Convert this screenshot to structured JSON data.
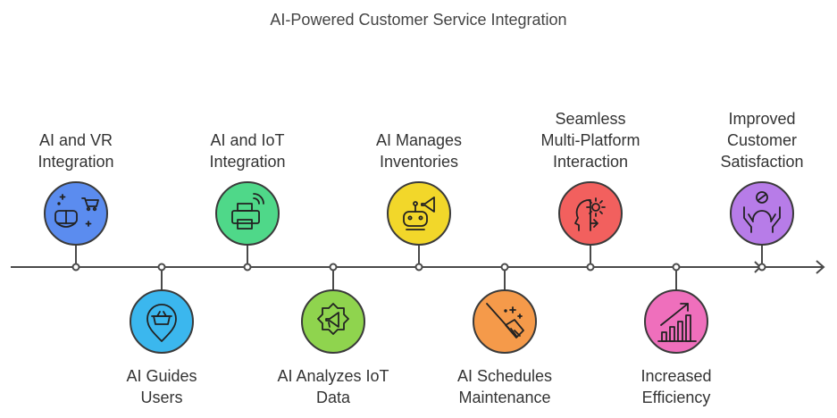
{
  "title": "AI-Powered Customer Service Integration",
  "colors": {
    "line": "#4a4a4a",
    "vr": "#5b8cef",
    "guides": "#3bb7ee",
    "iot": "#4fd889",
    "analyzes": "#8fd44e",
    "inventories": "#f2d72a",
    "schedules": "#f59a4a",
    "multiplatform": "#f2605e",
    "efficiency": "#ef6fbc",
    "satisfaction": "#b77ce8"
  },
  "steps": [
    {
      "label": "AI and VR\nIntegration",
      "icon": "vr-headset-cart-icon"
    },
    {
      "label": "AI Guides\nUsers",
      "icon": "shopping-basket-pin-icon"
    },
    {
      "label": "AI and IoT\nIntegration",
      "icon": "wireless-printer-icon"
    },
    {
      "label": "AI Analyzes IoT\nData",
      "icon": "megaphone-badge-icon"
    },
    {
      "label": "AI Manages\nInventories",
      "icon": "robot-megaphone-icon"
    },
    {
      "label": "AI Schedules\nMaintenance",
      "icon": "broom-sparkle-icon"
    },
    {
      "label": "Seamless\nMulti-Platform\nInteraction",
      "icon": "head-gear-icon"
    },
    {
      "label": "Increased\nEfficiency",
      "icon": "growth-chart-icon"
    },
    {
      "label": "Improved\nCustomer\nSatisfaction",
      "icon": "hands-person-icon"
    }
  ]
}
